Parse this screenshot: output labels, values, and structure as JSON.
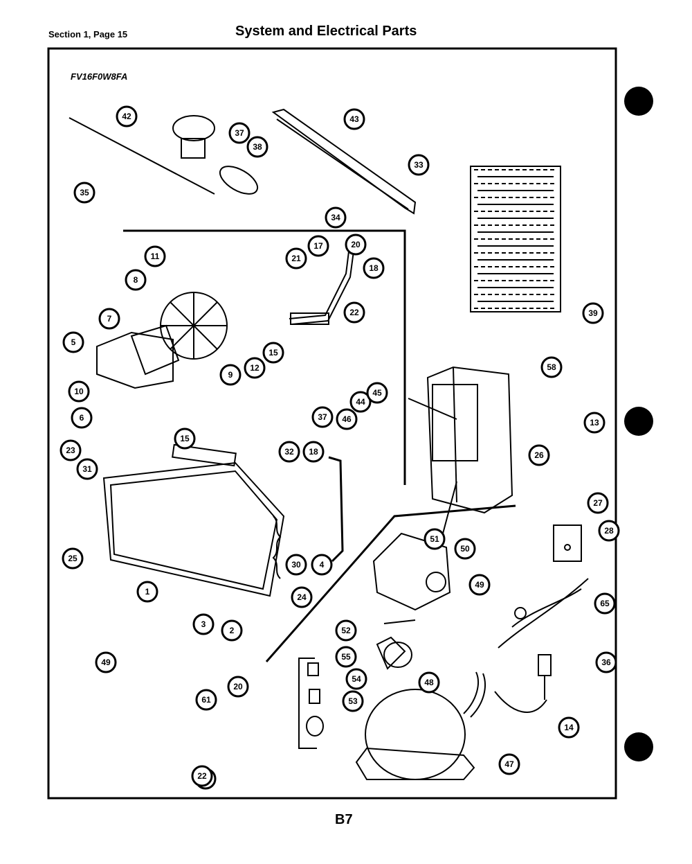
{
  "header": {
    "section_label": "Section 1, Page 15",
    "title": "System and Electrical Parts"
  },
  "model_label": "FV16F0W8FA",
  "footer": {
    "page_number": "B7"
  },
  "callouts": [
    "42",
    "35",
    "37",
    "38",
    "43",
    "33",
    "34",
    "39",
    "11",
    "8",
    "7",
    "5",
    "9",
    "12",
    "15",
    "21",
    "17",
    "20",
    "18",
    "22",
    "10",
    "6",
    "37",
    "46",
    "44",
    "45",
    "15",
    "23",
    "31",
    "32",
    "18",
    "25",
    "1",
    "30",
    "4",
    "24",
    "3",
    "2",
    "58",
    "13",
    "26",
    "27",
    "28",
    "51",
    "50",
    "49",
    "52",
    "55",
    "54",
    "53",
    "48",
    "47",
    "65",
    "36",
    "14",
    "49",
    "61",
    "20",
    "39",
    "22"
  ]
}
